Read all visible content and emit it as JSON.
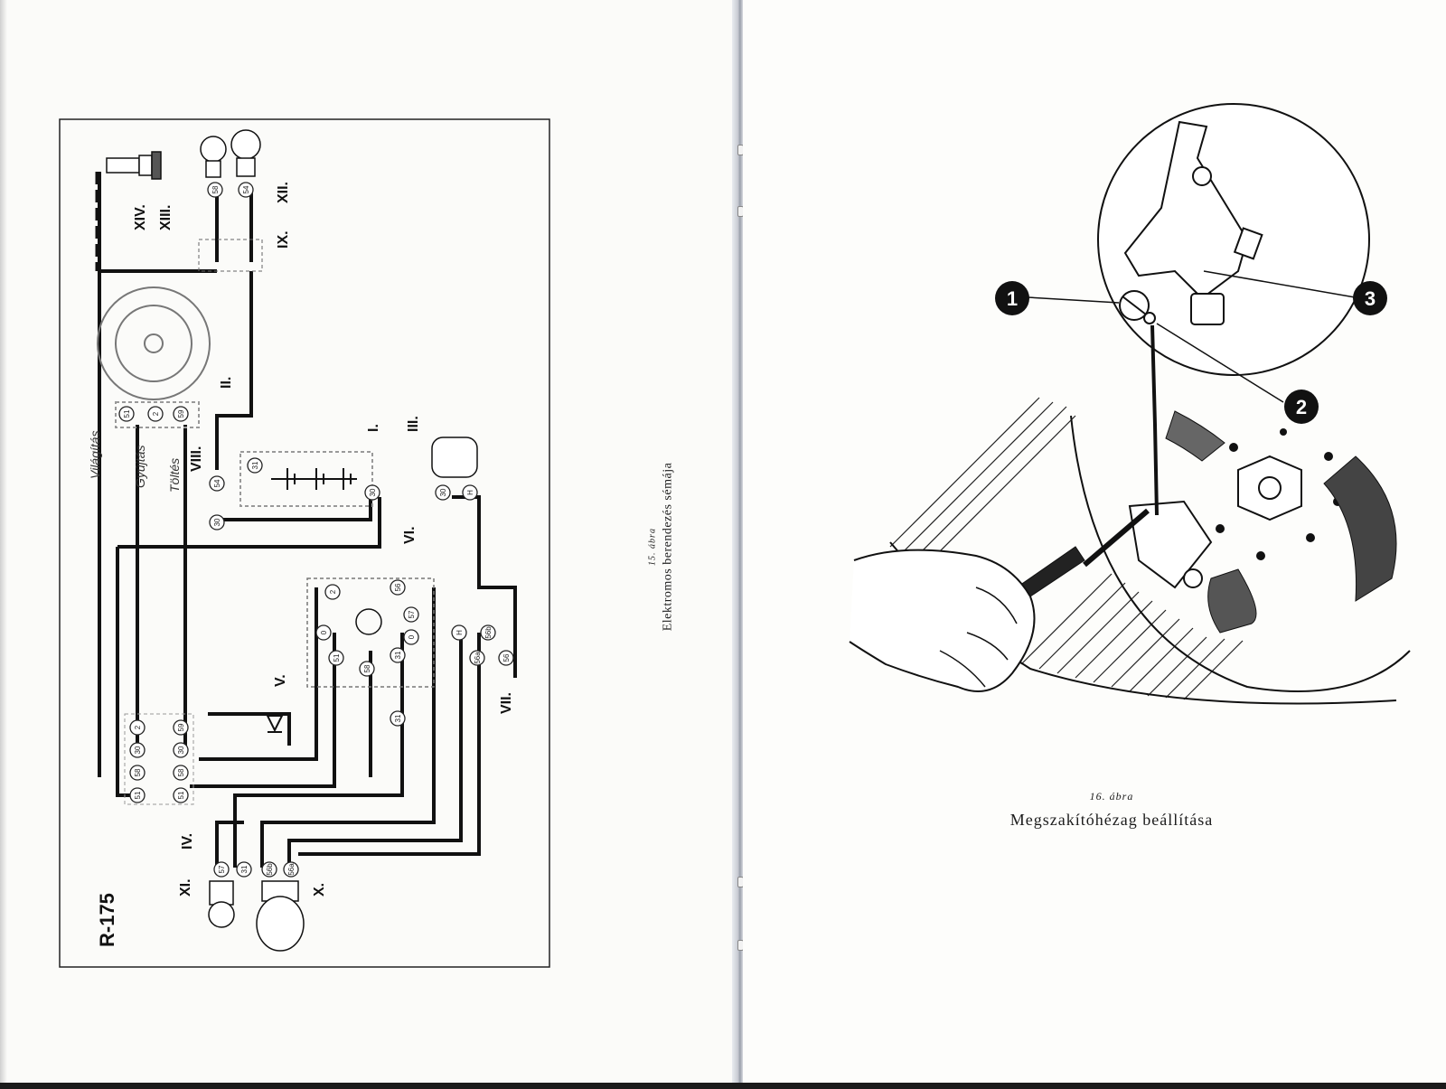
{
  "left_figure": {
    "model": "R-175",
    "roman_labels": [
      "I.",
      "II.",
      "III.",
      "IV.",
      "V.",
      "VI.",
      "VII.",
      "VIII.",
      "IX.",
      "X.",
      "XI.",
      "XII.",
      "XIII.",
      "XIV."
    ],
    "terminals": [
      "51",
      "2",
      "59",
      "31",
      "30",
      "54",
      "58",
      "0",
      "56",
      "57",
      "56b",
      "56a",
      "H"
    ],
    "handwritten": [
      "Töltés",
      "Gyújtás",
      "Világítás"
    ],
    "caption_number": "15. ábra",
    "caption_title": "Elektromos berendezés sémája"
  },
  "right_figure": {
    "callouts": [
      "1",
      "2",
      "3"
    ],
    "caption_number": "16. ábra",
    "caption_title": "Megszakítóhézag beállítása"
  },
  "colors": {
    "ink": "#111111",
    "paper": "#fdfdfb",
    "gutter": "#9aa0ab"
  }
}
